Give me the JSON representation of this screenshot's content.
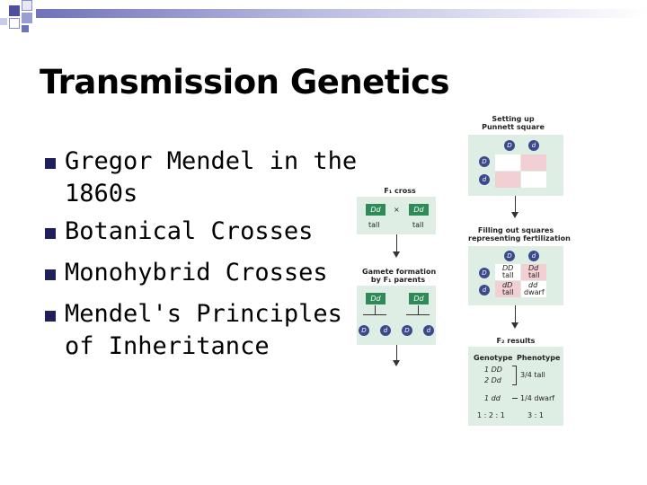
{
  "slide": {
    "title": "Transmission Genetics",
    "bullets": [
      "Gregor Mendel in the 1860s",
      "Botanical Crosses",
      "Monohybrid Crosses",
      "Mendel's Principles of Inheritance"
    ]
  },
  "figure": {
    "f1_cross": {
      "label": "F₁ cross",
      "left": "Dd",
      "times": "×",
      "right": "Dd",
      "left_caption": "tall",
      "right_caption": "tall"
    },
    "gametes": {
      "label_line1": "Gamete formation",
      "label_line2": "by F₁ parents",
      "left": "Dd",
      "right": "Dd",
      "g1": "D",
      "g2": "d",
      "g3": "D",
      "g4": "d"
    },
    "punnett_setup": {
      "label_line1": "Setting up",
      "label_line2": "Punnett square",
      "top1": "D",
      "top2": "d",
      "side1": "D",
      "side2": "d"
    },
    "punnett_filled": {
      "label_line1": "Filling out squares",
      "label_line2": "representing fertilization",
      "top1": "D",
      "top2": "d",
      "side1": "D",
      "side2": "d",
      "c11_geno": "DD",
      "c11_pheno": "tall",
      "c12_geno": "Dd",
      "c12_pheno": "tall",
      "c21_geno": "dD",
      "c21_pheno": "tall",
      "c22_geno": "dd",
      "c22_pheno": "dwarf"
    },
    "f2_results": {
      "label": "F₂ results",
      "col1": "Genotype",
      "col2": "Phenotype",
      "row1": "1 DD",
      "row2": "2 Dd",
      "row3": "1 dd",
      "pheno1": "3/4 tall",
      "pheno2": "1/4 dwarf",
      "ratio1": "1 : 2 : 1",
      "ratio2": "3 : 1"
    }
  },
  "colors": {
    "bullet": "#1f1f5a",
    "panel": "#dfeee4",
    "gamete_circle": "#3c4a8c",
    "genotype_box": "#2e8b57",
    "punnett_pink": "#f1cfd3"
  }
}
